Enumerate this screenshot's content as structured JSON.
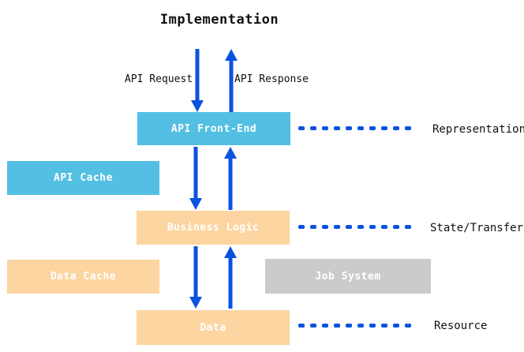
{
  "title": "Implementation",
  "flow_labels": {
    "request": "API Request",
    "response": "API Response"
  },
  "boxes": {
    "api_front_end": {
      "label": "API Front-End",
      "color": "#53BFE3"
    },
    "api_cache": {
      "label": "API Cache",
      "color": "#53BFE3"
    },
    "business_logic": {
      "label": "Business Logic",
      "color": "#FCD5A0"
    },
    "data_cache": {
      "label": "Data Cache",
      "color": "#FCD5A0"
    },
    "job_system": {
      "label": "Job System",
      "color": "#CDCACD"
    },
    "data": {
      "label": "Data",
      "color": "#FCD5A0"
    }
  },
  "layer_labels": [
    {
      "label": "Representation"
    },
    {
      "label": "State/Transfer"
    },
    {
      "label": "Resource"
    }
  ],
  "dashes_per_line": 10,
  "colors": {
    "box_blue": "#53BFE3",
    "box_orange": "#FCD5A0",
    "box_gray": "#CDCACD",
    "arrow_blue": "#0A53DE",
    "box_text": "#FFFFFF",
    "label_text": "#111111"
  }
}
